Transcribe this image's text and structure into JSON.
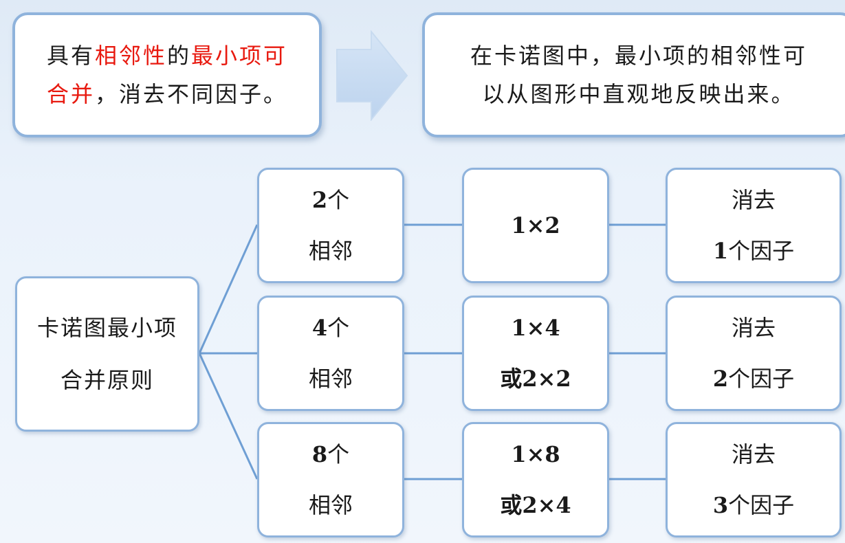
{
  "top_left": {
    "line1": [
      {
        "text": "具有",
        "red": false
      },
      {
        "text": "相邻性",
        "red": true
      },
      {
        "text": "的",
        "red": false
      },
      {
        "text": "最小项可",
        "red": true
      }
    ],
    "line2": [
      {
        "text": "合并",
        "red": true
      },
      {
        "text": "，消去不同因子。",
        "red": false
      }
    ]
  },
  "top_right": {
    "line1": "在卡诺图中，最小项的相邻性可",
    "line2": "以从图形中直观地反映出来。"
  },
  "root": {
    "line1": "卡诺图最小项",
    "line2": "合并原则"
  },
  "rows": [
    {
      "count": {
        "num": "2",
        "suffix": "个",
        "line2": "相邻"
      },
      "shape": {
        "line1": "1×2",
        "line2": ""
      },
      "result": {
        "line1": "消去",
        "num": "1",
        "suffix": "个因子"
      }
    },
    {
      "count": {
        "num": "4",
        "suffix": "个",
        "line2": "相邻"
      },
      "shape": {
        "line1": "1×4",
        "line2": "或2×2"
      },
      "result": {
        "line1": "消去",
        "num": "2",
        "suffix": "个因子"
      }
    },
    {
      "count": {
        "num": "8",
        "suffix": "个",
        "line2": "相邻"
      },
      "shape": {
        "line1": "1×8",
        "line2": "或2×4"
      },
      "result": {
        "line1": "消去",
        "num": "3",
        "suffix": "个因子"
      }
    }
  ],
  "colors": {
    "accent_red": "#e8190f",
    "border_blue": "#8fb3dc",
    "link_blue": "#6f9fd4"
  }
}
